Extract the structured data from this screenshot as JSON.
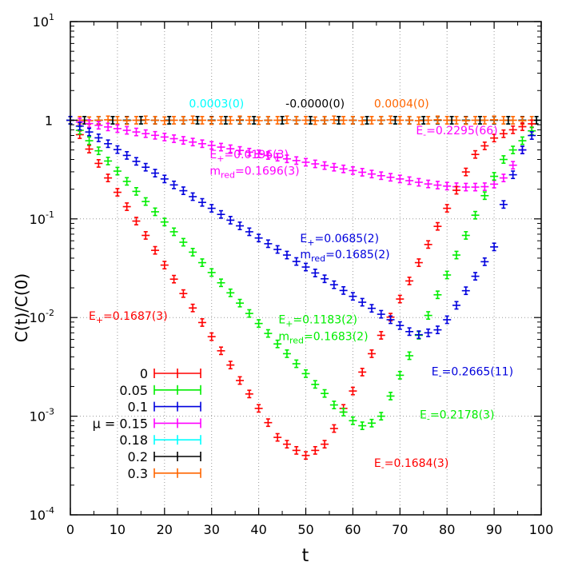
{
  "chart_data": {
    "type": "scatter",
    "title": "",
    "xlabel": "t",
    "ylabel": "C(t)/C(0)",
    "xlim": [
      0,
      100
    ],
    "ylim": [
      0.0001,
      10
    ],
    "y_scale": "log",
    "xticks": [
      "0",
      "10",
      "20",
      "30",
      "40",
      "50",
      "60",
      "70",
      "80",
      "90",
      "100"
    ],
    "yticks": [
      {
        "base": "10",
        "exp": "1"
      },
      {
        "base": "1",
        "exp": "0"
      },
      {
        "base": "10",
        "exp": "-1"
      },
      {
        "base": "10",
        "exp": "-2"
      },
      {
        "base": "10",
        "exp": "-3"
      },
      {
        "base": "10",
        "exp": "-4"
      }
    ],
    "grid": true,
    "legend_position": "bottom-left",
    "legend_prefix": "μ = ",
    "series": [
      {
        "name": "0",
        "color": "#ff0000",
        "x": [
          0,
          2,
          4,
          6,
          8,
          10,
          12,
          14,
          16,
          18,
          20,
          22,
          24,
          26,
          28,
          30,
          32,
          34,
          36,
          38,
          40,
          42,
          44,
          46,
          48,
          50,
          52,
          54,
          56,
          58,
          60,
          62,
          64,
          66,
          68,
          70,
          72,
          74,
          76,
          78,
          80,
          82,
          84,
          86,
          88,
          90,
          92,
          94,
          96,
          98
        ],
        "y": [
          1.0,
          0.714,
          0.51,
          0.365,
          0.26,
          0.186,
          0.133,
          0.095,
          0.068,
          0.048,
          0.034,
          0.0245,
          0.0175,
          0.0125,
          0.0089,
          0.0064,
          0.0046,
          0.0033,
          0.0023,
          0.00168,
          0.0012,
          0.00086,
          0.00061,
          0.00052,
          0.00045,
          0.0004,
          0.00045,
          0.00052,
          0.00075,
          0.0012,
          0.0018,
          0.0028,
          0.0043,
          0.0066,
          0.0101,
          0.0154,
          0.0235,
          0.036,
          0.055,
          0.084,
          0.128,
          0.195,
          0.299,
          0.45,
          0.55,
          0.66,
          0.73,
          0.8,
          0.86,
          0.92
        ]
      },
      {
        "name": "0.05",
        "color": "#00ee00",
        "x": [
          0,
          2,
          4,
          6,
          8,
          10,
          12,
          14,
          16,
          18,
          20,
          22,
          24,
          26,
          28,
          30,
          32,
          34,
          36,
          38,
          40,
          42,
          44,
          46,
          48,
          50,
          52,
          54,
          56,
          58,
          60,
          62,
          64,
          66,
          68,
          70,
          72,
          74,
          76,
          78,
          80,
          82,
          84,
          86,
          88,
          90,
          92,
          94,
          96,
          98
        ],
        "y": [
          1.0,
          0.79,
          0.62,
          0.49,
          0.386,
          0.305,
          0.24,
          0.19,
          0.15,
          0.118,
          0.093,
          0.074,
          0.058,
          0.046,
          0.036,
          0.0286,
          0.0225,
          0.0178,
          0.014,
          0.011,
          0.0087,
          0.0069,
          0.0054,
          0.0043,
          0.0034,
          0.0027,
          0.0021,
          0.0017,
          0.0013,
          0.0011,
          0.0009,
          0.0008,
          0.00085,
          0.001,
          0.0016,
          0.0026,
          0.0041,
          0.0066,
          0.0105,
          0.017,
          0.027,
          0.043,
          0.068,
          0.109,
          0.172,
          0.27,
          0.4,
          0.5,
          0.62,
          0.78
        ]
      },
      {
        "name": "0.1",
        "color": "#0000dd",
        "x": [
          0,
          2,
          4,
          6,
          8,
          10,
          12,
          14,
          16,
          18,
          20,
          22,
          24,
          26,
          28,
          30,
          32,
          34,
          36,
          38,
          40,
          42,
          44,
          46,
          48,
          50,
          52,
          54,
          56,
          58,
          60,
          62,
          64,
          66,
          68,
          70,
          72,
          74,
          76,
          78,
          80,
          82,
          84,
          86,
          88,
          90,
          92,
          94,
          96,
          98
        ],
        "y": [
          1.0,
          0.872,
          0.76,
          0.663,
          0.578,
          0.504,
          0.44,
          0.383,
          0.334,
          0.291,
          0.254,
          0.221,
          0.193,
          0.168,
          0.147,
          0.128,
          0.111,
          0.097,
          0.085,
          0.074,
          0.064,
          0.056,
          0.049,
          0.043,
          0.037,
          0.0325,
          0.0283,
          0.0247,
          0.0215,
          0.0188,
          0.0164,
          0.0143,
          0.0124,
          0.0108,
          0.0095,
          0.0083,
          0.0072,
          0.0067,
          0.007,
          0.0075,
          0.0095,
          0.0133,
          0.0187,
          0.0262,
          0.0368,
          0.052,
          0.14,
          0.28,
          0.5,
          0.7
        ]
      },
      {
        "name": "0.15",
        "color": "#ff00ff",
        "x": [
          0,
          2,
          4,
          6,
          8,
          10,
          12,
          14,
          16,
          18,
          20,
          22,
          24,
          26,
          28,
          30,
          32,
          34,
          36,
          38,
          40,
          42,
          44,
          46,
          48,
          50,
          52,
          54,
          56,
          58,
          60,
          62,
          64,
          66,
          68,
          70,
          72,
          74,
          76,
          78,
          80,
          82,
          84,
          86,
          88,
          90,
          92,
          94,
          96,
          98
        ],
        "y": [
          1.0,
          0.961,
          0.925,
          0.889,
          0.855,
          0.822,
          0.79,
          0.76,
          0.731,
          0.703,
          0.676,
          0.65,
          0.625,
          0.601,
          0.578,
          0.556,
          0.534,
          0.514,
          0.494,
          0.475,
          0.457,
          0.439,
          0.422,
          0.406,
          0.39,
          0.375,
          0.361,
          0.347,
          0.334,
          0.321,
          0.309,
          0.297,
          0.285,
          0.274,
          0.264,
          0.254,
          0.244,
          0.235,
          0.226,
          0.22,
          0.215,
          0.212,
          0.21,
          0.21,
          0.212,
          0.225,
          0.26,
          0.35,
          0.5,
          0.78
        ]
      },
      {
        "name": "0.18",
        "color": "#00ffff",
        "x": [
          0,
          3,
          6,
          9,
          12,
          15,
          18,
          21,
          24,
          27,
          30,
          33,
          36,
          39,
          42,
          45,
          48,
          51,
          54,
          57,
          60,
          63,
          66,
          69,
          72,
          75,
          78,
          81,
          84,
          87,
          90,
          93,
          96,
          99
        ],
        "y": [
          1.0,
          1.0,
          1.0,
          1.0,
          1.0,
          1.0,
          1.0,
          1.0,
          1.0,
          1.0,
          1.0,
          1.0,
          1.0,
          1.0,
          1.0,
          1.0,
          1.0,
          1.0,
          1.0,
          1.0,
          1.0,
          1.0,
          1.0,
          1.0,
          1.0,
          1.0,
          1.0,
          1.0,
          1.0,
          1.0,
          1.0,
          1.0,
          1.0,
          1.0
        ]
      },
      {
        "name": "0.2",
        "color": "#000000",
        "x": [
          0,
          3,
          6,
          9,
          12,
          15,
          18,
          21,
          24,
          27,
          30,
          33,
          36,
          39,
          42,
          45,
          48,
          51,
          54,
          57,
          60,
          63,
          66,
          69,
          72,
          75,
          78,
          81,
          84,
          87,
          90,
          93,
          96,
          99
        ],
        "y": [
          1.0,
          1.0,
          1.0,
          1.0,
          1.0,
          1.0,
          1.0,
          1.0,
          1.0,
          1.0,
          1.0,
          1.0,
          1.0,
          1.0,
          1.0,
          1.0,
          1.0,
          1.0,
          1.0,
          1.0,
          1.0,
          1.0,
          1.0,
          1.0,
          1.0,
          1.0,
          1.0,
          1.0,
          1.0,
          1.0,
          1.0,
          1.0,
          1.0,
          1.0
        ]
      },
      {
        "name": "0.3",
        "color": "#ff6600",
        "x": [
          0,
          2,
          4,
          6,
          8,
          10,
          12,
          14,
          16,
          18,
          20,
          22,
          24,
          26,
          28,
          30,
          32,
          34,
          36,
          38,
          40,
          42,
          44,
          46,
          48,
          50,
          52,
          54,
          56,
          58,
          60,
          62,
          64,
          66,
          68,
          70,
          72,
          74,
          76,
          78,
          80,
          82,
          84,
          86,
          88,
          90,
          92,
          94,
          96,
          98
        ],
        "y": [
          1.0,
          1.0,
          0.99,
          1.0,
          1.01,
          1.0,
          0.99,
          1.0,
          1.01,
          1.0,
          0.99,
          1.0,
          1.0,
          1.01,
          1.0,
          0.99,
          1.0,
          1.0,
          1.01,
          1.0,
          0.99,
          1.0,
          1.0,
          1.01,
          1.0,
          1.0,
          0.99,
          1.0,
          1.01,
          1.0,
          1.0,
          0.99,
          1.0,
          1.0,
          1.01,
          1.0,
          1.0,
          0.99,
          1.0,
          1.01,
          1.0,
          1.0,
          0.99,
          1.0,
          1.0,
          1.01,
          1.0,
          1.0,
          0.99,
          1.0
        ]
      }
    ],
    "annotations": [
      {
        "segments": [
          {
            "t": "0.0003(0)"
          }
        ],
        "x": 25.2,
        "y": 1.35,
        "color": "#00ffff"
      },
      {
        "segments": [
          {
            "t": "-0.0000(0)"
          }
        ],
        "x": 45.7,
        "y": 1.35,
        "color": "#000000"
      },
      {
        "segments": [
          {
            "t": "0.0004(0)"
          }
        ],
        "x": 64.5,
        "y": 1.35,
        "color": "#ff6600"
      },
      {
        "segments": [
          {
            "t": "E"
          },
          {
            "t": "-",
            "sub": true
          },
          {
            "t": "=0.2295(66)"
          }
        ],
        "x": 73.4,
        "y": 0.72,
        "color": "#ff00ff"
      },
      {
        "segments": [
          {
            "t": "E"
          },
          {
            "t": "+",
            "sub": true
          },
          {
            "t": "=0.0196(3)"
          }
        ],
        "x": 29.6,
        "y": 0.41,
        "color": "#ff00ff"
      },
      {
        "segments": [
          {
            "t": "m"
          },
          {
            "t": "red",
            "sub": true
          },
          {
            "t": "=0.1696(3)"
          }
        ],
        "x": 29.6,
        "y": 0.28,
        "color": "#ff00ff"
      },
      {
        "segments": [
          {
            "t": "E"
          },
          {
            "t": "+",
            "sub": true
          },
          {
            "t": "=0.0685(2)"
          }
        ],
        "x": 48.8,
        "y": 0.058,
        "color": "#0000dd"
      },
      {
        "segments": [
          {
            "t": "m"
          },
          {
            "t": "red",
            "sub": true
          },
          {
            "t": "=0.1685(2)"
          }
        ],
        "x": 48.8,
        "y": 0.04,
        "color": "#0000dd"
      },
      {
        "segments": [
          {
            "t": "E"
          },
          {
            "t": "+",
            "sub": true
          },
          {
            "t": "=0.1687(3)"
          }
        ],
        "x": 3.9,
        "y": 0.0095,
        "color": "#ff0000"
      },
      {
        "segments": [
          {
            "t": "E"
          },
          {
            "t": "+",
            "sub": true
          },
          {
            "t": "=0.1183(2)"
          }
        ],
        "x": 44.2,
        "y": 0.0087,
        "color": "#00ee00"
      },
      {
        "segments": [
          {
            "t": "m"
          },
          {
            "t": "red",
            "sub": true
          },
          {
            "t": "=0.1683(2)"
          }
        ],
        "x": 44.2,
        "y": 0.0059,
        "color": "#00ee00"
      },
      {
        "segments": [
          {
            "t": "E"
          },
          {
            "t": "-",
            "sub": true
          },
          {
            "t": "=0.2665(11)"
          }
        ],
        "x": 76.7,
        "y": 0.0026,
        "color": "#0000dd"
      },
      {
        "segments": [
          {
            "t": "E"
          },
          {
            "t": "-",
            "sub": true
          },
          {
            "t": "=0.2178(3)"
          }
        ],
        "x": 74.2,
        "y": 0.00095,
        "color": "#00ee00"
      },
      {
        "segments": [
          {
            "t": "E"
          },
          {
            "t": "-",
            "sub": true
          },
          {
            "t": "=0.1684(3)"
          }
        ],
        "x": 64.5,
        "y": 0.000305,
        "color": "#ff0000"
      }
    ]
  }
}
